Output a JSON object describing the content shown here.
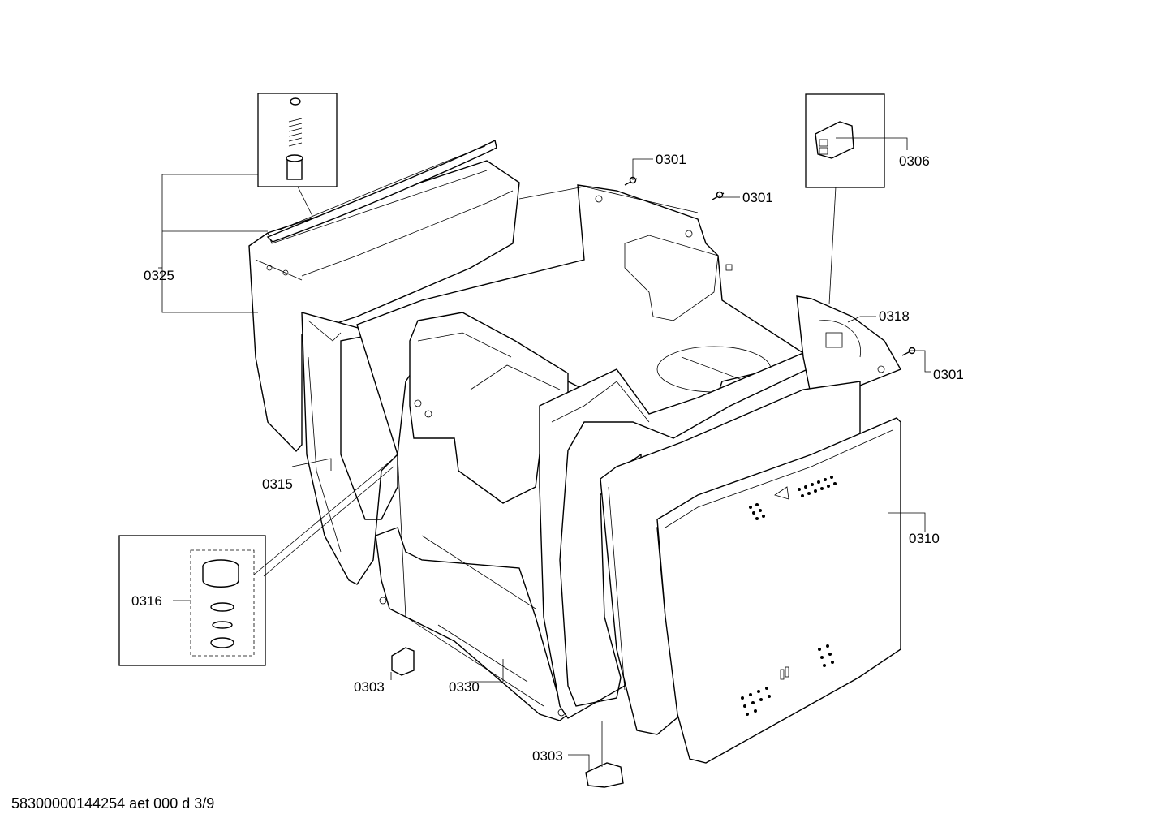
{
  "drawing_id": "58300000144254 aet 000 d 3/9",
  "parts": {
    "p0301a": "0301",
    "p0301b": "0301",
    "p0301c": "0301",
    "p0306": "0306",
    "p0325": "0325",
    "p0318": "0318",
    "p0315": "0315",
    "p0310": "0310",
    "p0316": "0316",
    "p0303a": "0303",
    "p0330": "0330",
    "p0303b": "0303"
  }
}
